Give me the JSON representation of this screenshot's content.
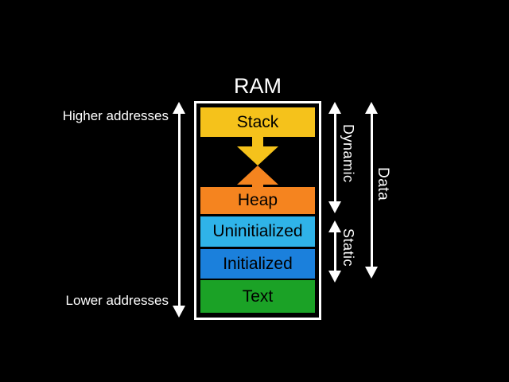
{
  "title": "RAM",
  "address_labels": {
    "higher": "Higher addresses",
    "lower": "Lower addresses"
  },
  "segments": [
    {
      "label": "Stack",
      "color": "#f5c21b"
    },
    {
      "label": "Heap",
      "color": "#f5841f"
    },
    {
      "label": "Uninitialized",
      "color": "#2fb3e8"
    },
    {
      "label": "Initialized",
      "color": "#1b80dc"
    },
    {
      "label": "Text",
      "color": "#1ba226"
    }
  ],
  "growth_arrows": {
    "stack": {
      "direction": "down",
      "color": "#f5c21b"
    },
    "heap": {
      "direction": "up",
      "color": "#f5841f"
    }
  },
  "annotations": [
    {
      "label": "Dynamic"
    },
    {
      "label": "Static"
    },
    {
      "label": "Data"
    }
  ],
  "colors": {
    "background": "#000000",
    "box_border": "#ffffff",
    "annotation_arrows": "#ffffff",
    "label_text": "#ffffff",
    "segment_text": "#000000"
  }
}
